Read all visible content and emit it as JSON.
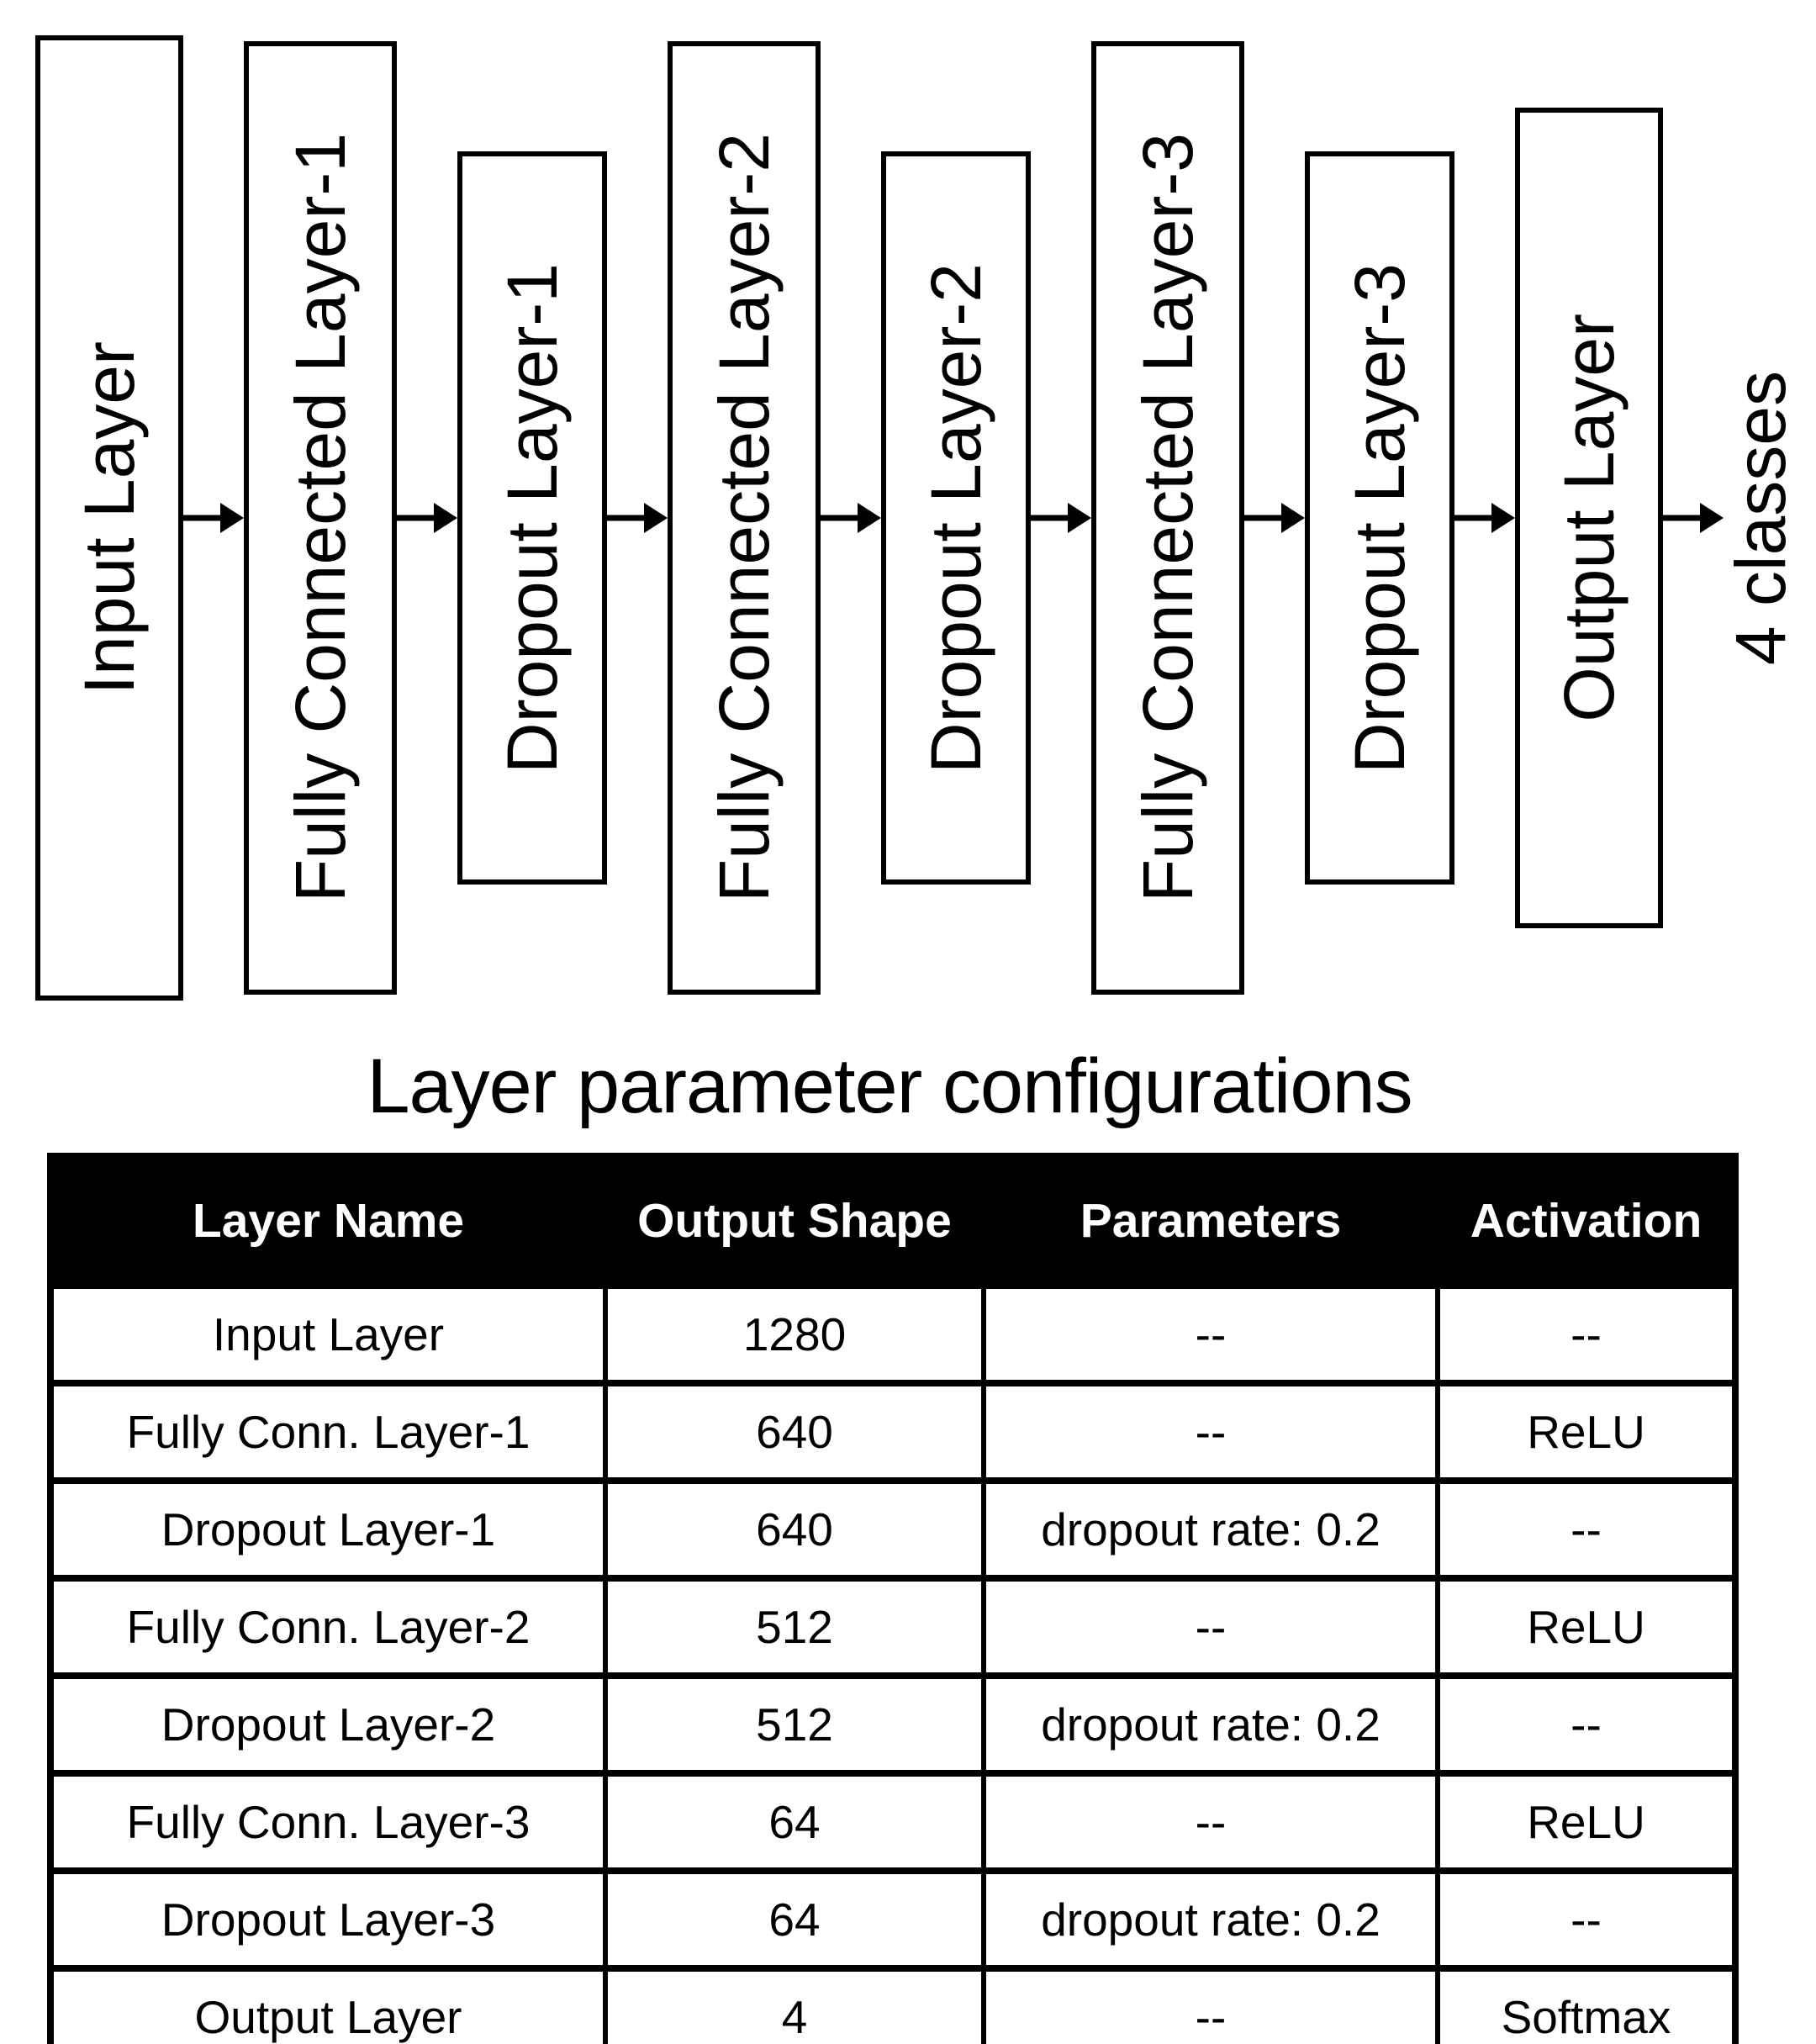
{
  "diagram": {
    "nodes": [
      {
        "label": "Input Layer",
        "kind": "input"
      },
      {
        "label": "Fully Connected Layer-1",
        "kind": "fc"
      },
      {
        "label": "Dropout Layer-1",
        "kind": "dropout"
      },
      {
        "label": "Fully Connected Layer-2",
        "kind": "fc"
      },
      {
        "label": "Dropout Layer-2",
        "kind": "dropout"
      },
      {
        "label": "Fully Connected Layer-3",
        "kind": "fc"
      },
      {
        "label": "Dropout Layer-3",
        "kind": "dropout"
      },
      {
        "label": "Output Layer",
        "kind": "output"
      }
    ],
    "result_label": "4 classes"
  },
  "table": {
    "title": "Layer parameter configurations",
    "headers": [
      "Layer Name",
      "Output Shape",
      "Parameters",
      "Activation"
    ],
    "rows": [
      [
        "Input Layer",
        "1280",
        "--",
        "--"
      ],
      [
        "Fully Conn. Layer-1",
        "640",
        "--",
        "ReLU"
      ],
      [
        "Dropout Layer-1",
        "640",
        "dropout rate: 0.2",
        "--"
      ],
      [
        "Fully Conn. Layer-2",
        "512",
        "--",
        "ReLU"
      ],
      [
        "Dropout Layer-2",
        "512",
        "dropout rate: 0.2",
        "--"
      ],
      [
        "Fully Conn. Layer-3",
        "64",
        "--",
        "ReLU"
      ],
      [
        "Dropout Layer-3",
        "64",
        "dropout rate: 0.2",
        "--"
      ],
      [
        "Output Layer",
        "4",
        "--",
        "Softmax"
      ]
    ]
  },
  "colors": {
    "ink": "#000000",
    "paper": "#ffffff",
    "header_bg": "#000000",
    "header_text": "#ffffff"
  }
}
